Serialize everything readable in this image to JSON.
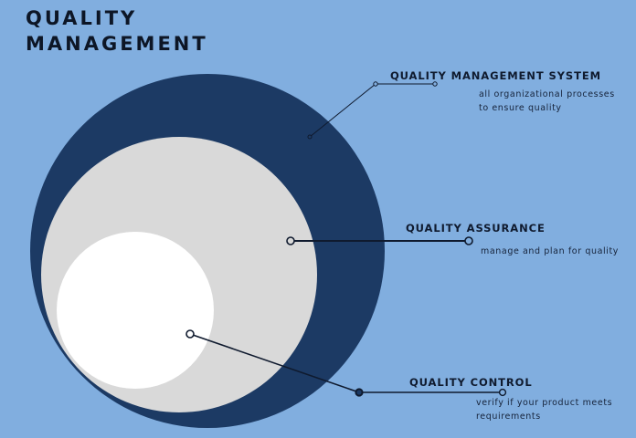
{
  "title": {
    "line1": "QUALITY",
    "line2": "MANAGEMENT"
  },
  "colors": {
    "background": "#81aedf",
    "outer_circle": "#1c3a64",
    "middle_circle": "#d9d9d9",
    "inner_circle": "#ffffff",
    "text": "#0f1a2e",
    "connector": "#0f1a2e"
  },
  "layers": [
    {
      "label": "QUALITY MANAGEMENT SYSTEM",
      "description_line1": "all organizational processes",
      "description_line2": "to ensure quality"
    },
    {
      "label": "QUALITY ASSURANCE",
      "description_line1": "manage and plan for quality"
    },
    {
      "label": "QUALITY CONTROL",
      "description_line1": "verify if your product meets",
      "description_line2": "requirements"
    }
  ]
}
